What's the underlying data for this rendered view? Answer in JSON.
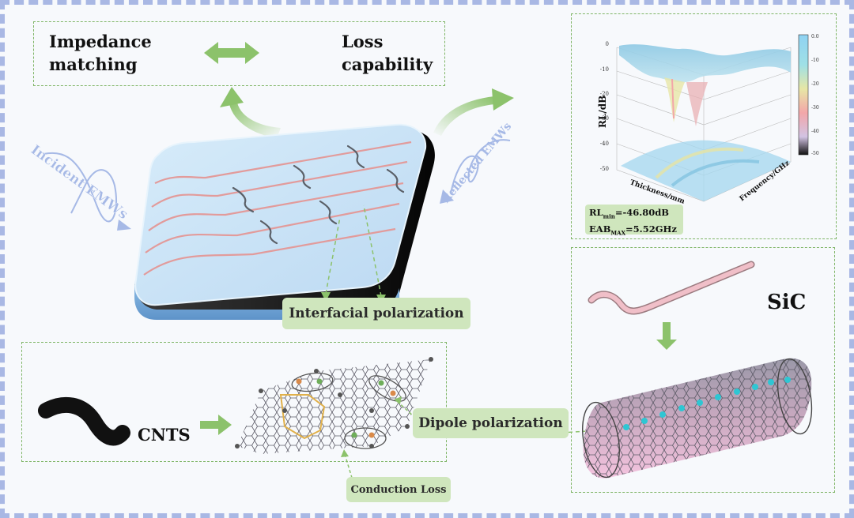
{
  "labels": {
    "impedance_line1": "Impedance",
    "impedance_line2": "matching",
    "loss_line1": "Loss",
    "loss_line2": "capability",
    "incident": "Incident EMWs",
    "reflected": "Reflected EMWs",
    "interfacial": "Interfacial polarization",
    "cnts": "CNTS",
    "dipole": "Dipole polarization",
    "conduction": "Conduction Loss",
    "sic": "SiC"
  },
  "plot": {
    "zlabel": "RL/dB",
    "xlabel": "Thickness/mm",
    "ylabel": "Frequency/GHz",
    "z_ticks": [
      "0",
      "-10",
      "-20",
      "-30",
      "-40",
      "-50"
    ],
    "colorbar_ticks": [
      "0.0",
      "-10",
      "-20",
      "-30",
      "-40",
      "-50"
    ]
  },
  "results": {
    "rl_prefix": "RL",
    "rl_sub": "min",
    "rl_value": "=-46.80dB",
    "eab_prefix": "EAB",
    "eab_sub": "MAX",
    "eab_value": "=5.52GHz"
  },
  "colors": {
    "frame": "#a9b8e4",
    "box_border": "#7fb566",
    "pill": "#cfe6bd",
    "arrow_green": "#8cc26b",
    "wave_blue": "#a6b9e6",
    "red_line": "#e29b9b"
  }
}
